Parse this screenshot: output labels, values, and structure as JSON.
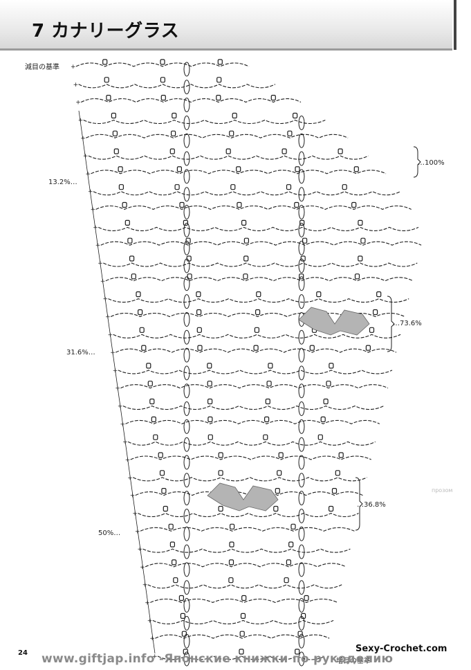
{
  "header": {
    "title": "7 カナリーグラス"
  },
  "diagram": {
    "top_label": "減目の基準",
    "bottom_label": "増目の基準",
    "left_labels": [
      "13.2%…",
      "31.6%…",
      "50%…"
    ],
    "right_labels": [
      "…100%",
      "…73.6%",
      "…36.8%"
    ],
    "row_count": 34,
    "highlight_color": "#b4b4b4",
    "ink_color": "#1c1c1c"
  },
  "footer": {
    "page_number": "24",
    "credit": "Sexy-Crochet.com",
    "watermark": "www.giftjap.info -Японские книжки по рукоделию",
    "faint_note": "прозом"
  }
}
